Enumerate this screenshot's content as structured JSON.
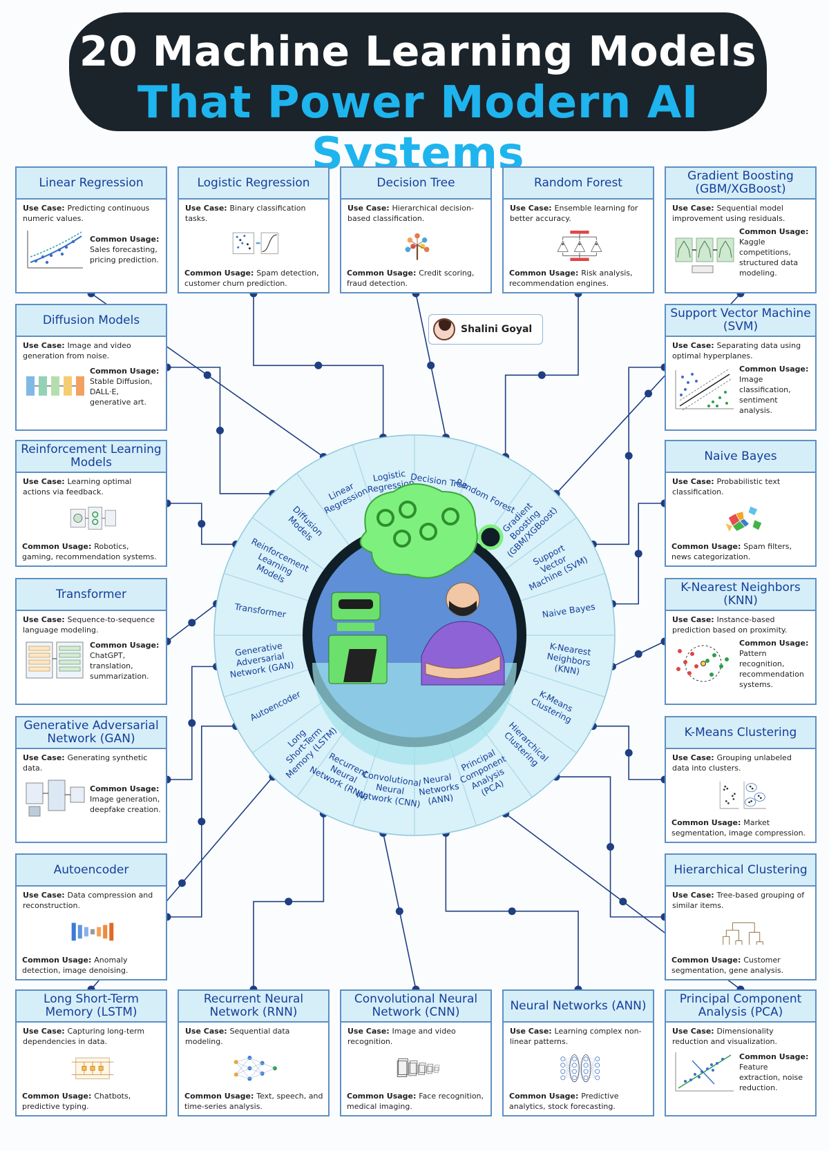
{
  "title": {
    "line1": "20 Machine Learning Models",
    "line2": "That Power Modern AI Systems"
  },
  "author": "Shalini Goyal",
  "colors": {
    "banner": "#1b232b",
    "title_accent": "#1eb4ee",
    "card_header": "#d6eef8",
    "border": "#5d8fc3",
    "header_text": "#143e9a",
    "wire": "#1f3f83",
    "wheel": "#d9f1f8",
    "hub": "#101e27"
  },
  "labels": {
    "use_case": "Use Case:",
    "common_usage": "Common Usage:"
  },
  "models": [
    {
      "id": "linear-regression",
      "title": "Linear Regression",
      "use_case": "Predicting continuous numeric values.",
      "common_usage": "Sales forecasting, pricing prediction.",
      "ring_label": "Linear Regression",
      "illustration": "scatter-trend-icon"
    },
    {
      "id": "logistic-regression",
      "title": "Logistic Regression",
      "use_case": "Binary classification tasks.",
      "common_usage": "Spam detection, customer churn prediction.",
      "ring_label": "Logistic Regression",
      "illustration": "sigmoid-curve-icon"
    },
    {
      "id": "decision-tree",
      "title": "Decision Tree",
      "use_case": "Hierarchical decision-based classification.",
      "common_usage": "Credit scoring, fraud detection.",
      "ring_label": "Decision Tree",
      "illustration": "tree-icon"
    },
    {
      "id": "random-forest",
      "title": "Random Forest",
      "use_case": "Ensemble learning for better accuracy.",
      "common_usage": "Risk analysis, recommendation engines.",
      "ring_label": "Random Forest",
      "illustration": "forest-icon"
    },
    {
      "id": "gradient-boosting",
      "title": "Gradient Boosting (GBM/XGBoost)",
      "use_case": "Sequential model improvement using residuals.",
      "common_usage": "Kaggle competitions, structured data modeling.",
      "ring_label": "Gradient Boosting (GBM/XGBoost)",
      "illustration": "boosting-trees-icon"
    },
    {
      "id": "svm",
      "title": "Support Vector Machine (SVM)",
      "use_case": "Separating data using optimal hyperplanes.",
      "common_usage": "Image classification, sentiment analysis.",
      "ring_label": "Support Vector Machine (SVM)",
      "illustration": "hyperplane-icon"
    },
    {
      "id": "naive-bayes",
      "title": "Naive Bayes",
      "use_case": "Probabilistic text classification.",
      "common_usage": "Spam filters, news categorization.",
      "ring_label": "Naive Bayes",
      "illustration": "polygons-icon"
    },
    {
      "id": "knn",
      "title": "K-Nearest Neighbors (KNN)",
      "use_case": "Instance-based prediction based on proximity.",
      "common_usage": "Pattern recognition, recommendation systems.",
      "ring_label": "K-Nearest Neighbors (KNN)",
      "illustration": "neighbors-icon"
    },
    {
      "id": "kmeans",
      "title": "K-Means Clustering",
      "use_case": "Grouping unlabeled data into clusters.",
      "common_usage": "Market segmentation, image compression.",
      "ring_label": "K-Means Clustering",
      "illustration": "clusters-icon"
    },
    {
      "id": "hierarchical",
      "title": "Hierarchical Clustering",
      "use_case": "Tree-based grouping of similar items.",
      "common_usage": "Customer segmentation, gene analysis.",
      "ring_label": "Hierarchical Clustering",
      "illustration": "dendrogram-icon"
    },
    {
      "id": "pca",
      "title": "Principal Component Analysis (PCA)",
      "use_case": "Dimensionality reduction and visualization.",
      "common_usage": "Feature extraction, noise reduction.",
      "ring_label": "Principal Component Analysis (PCA)",
      "illustration": "pca-axes-icon"
    },
    {
      "id": "ann",
      "title": "Neural Networks (ANN)",
      "use_case": "Learning complex non-linear patterns.",
      "common_usage": "Predictive analytics, stock forecasting.",
      "ring_label": "Neural Networks (ANN)",
      "illustration": "ann-layers-icon"
    },
    {
      "id": "cnn",
      "title": "Convolutional Neural Network (CNN)",
      "use_case": "Image and video recognition.",
      "common_usage": "Face recognition, medical imaging.",
      "ring_label": "Convolutional Neural Network (CNN)",
      "illustration": "conv-layers-icon"
    },
    {
      "id": "rnn",
      "title": "Recurrent Neural Network (RNN)",
      "use_case": "Sequential data modeling.",
      "common_usage": "Text, speech, and time-series analysis.",
      "ring_label": "Recurrent Neural Network (RNN)",
      "illustration": "rnn-graph-icon"
    },
    {
      "id": "lstm",
      "title": "Long Short-Term Memory (LSTM)",
      "use_case": "Capturing long-term dependencies in data.",
      "common_usage": "Chatbots, predictive typing.",
      "ring_label": "Long Short-Term Memory (LSTM)",
      "illustration": "lstm-cell-icon"
    },
    {
      "id": "autoencoder",
      "title": "Autoencoder",
      "use_case": "Data compression and reconstruction.",
      "common_usage": "Anomaly detection, image denoising.",
      "ring_label": "Autoencoder",
      "illustration": "encoder-decoder-icon"
    },
    {
      "id": "gan",
      "title": "Generative Adversarial Network (GAN)",
      "use_case": "Generating synthetic data.",
      "common_usage": "Image generation, deepfake creation.",
      "ring_label": "Generative Adversarial Network (GAN)",
      "illustration": "gan-blocks-icon"
    },
    {
      "id": "transformer",
      "title": "Transformer",
      "use_case": "Sequence-to-sequence language modeling.",
      "common_usage": "ChatGPT, translation, summarization.",
      "ring_label": "Transformer",
      "illustration": "transformer-blocks-icon"
    },
    {
      "id": "rl",
      "title": "Reinforcement Learning Models",
      "use_case": "Learning optimal actions via feedback.",
      "common_usage": "Robotics, gaming, recommendation systems.",
      "ring_label": "Reinforcement Learning Models",
      "illustration": "agent-loop-icon"
    },
    {
      "id": "diffusion",
      "title": "Diffusion Models",
      "use_case": "Image and video generation from noise.",
      "common_usage": "Stable Diffusion, DALL·E, generative art.",
      "ring_label": "Diffusion Models",
      "illustration": "diffusion-steps-icon"
    }
  ]
}
